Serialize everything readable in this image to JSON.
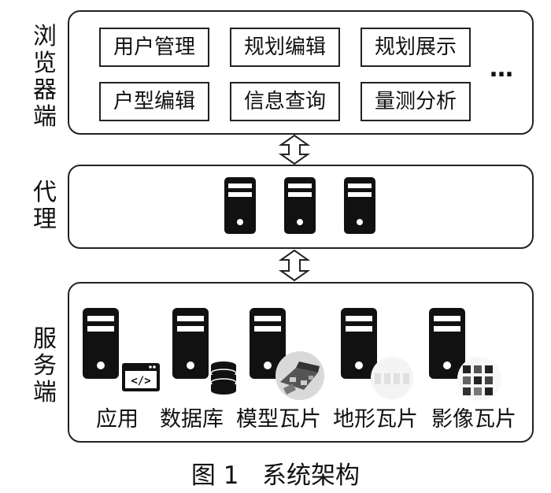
{
  "tiers": {
    "browser": {
      "label": [
        "浏",
        "览",
        "器",
        "端"
      ],
      "functions": [
        "用户管理",
        "规划编辑",
        "规划展示",
        "户型编辑",
        "信息查询",
        "量测分析"
      ],
      "more": "…"
    },
    "proxy": {
      "label": [
        "代",
        "理"
      ],
      "server_icons": [
        "server-icon",
        "server-icon",
        "server-icon"
      ]
    },
    "server": {
      "label": [
        "服",
        "务",
        "端"
      ],
      "services": [
        {
          "name": "应用",
          "badge_icon": "code-window-icon",
          "badge_text": "</>"
        },
        {
          "name": "数据库",
          "badge_icon": "database-icon"
        },
        {
          "name": "模型瓦片",
          "badge_icon": "3d-model-thumbnail-icon"
        },
        {
          "name": "地形瓦片",
          "badge_icon": "terrain-tile-thumbnail-icon"
        },
        {
          "name": "影像瓦片",
          "badge_icon": "imagery-tile-thumbnail-icon"
        }
      ]
    }
  },
  "caption": "图 1   系统架构"
}
